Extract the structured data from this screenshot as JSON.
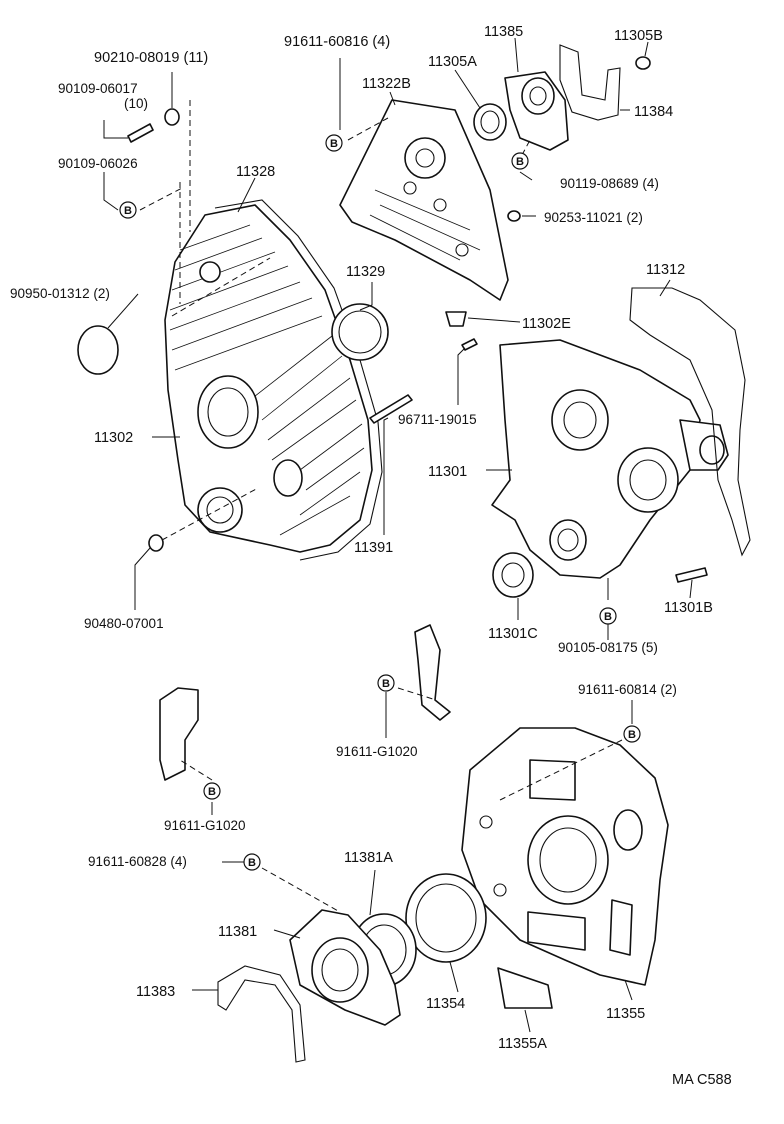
{
  "labels": {
    "p_90210_08019": "90210-08019 (11)",
    "p_91611_60816": "91611-60816 (4)",
    "p_11385": "11385",
    "p_11305B": "11305B",
    "p_11305A": "11305A",
    "p_11322B": "11322B",
    "p_11384": "11384",
    "p_90109_06017": "90109-06017",
    "p_90109_06017_qty": "(10)",
    "p_90109_06026": "90109-06026",
    "p_11328": "11328",
    "p_90119_08689": "90119-08689 (4)",
    "p_90253_11021": "90253-11021 (2)",
    "p_11329": "11329",
    "p_11312": "11312",
    "p_90950_01312": "90950-01312 (2)",
    "p_11302E": "11302E",
    "p_96711_19015": "96711-19015",
    "p_11302": "11302",
    "p_11301": "11301",
    "p_11391": "11391",
    "p_90480_07001": "90480-07001",
    "p_11301C": "11301C",
    "p_11301B": "11301B",
    "p_90105_08175": "90105-08175 (5)",
    "p_91611_60814": "91611-60814 (2)",
    "p_91611_G1020_a": "91611-G1020",
    "p_91611_G1020_b": "91611-G1020",
    "p_91611_60828": "91611-60828 (4)",
    "p_11381A": "11381A",
    "p_11381": "11381",
    "p_11383": "11383",
    "p_11354": "11354",
    "p_11355": "11355",
    "p_11355A": "11355A",
    "code": "MA  C588"
  },
  "bolt_marker": "B"
}
